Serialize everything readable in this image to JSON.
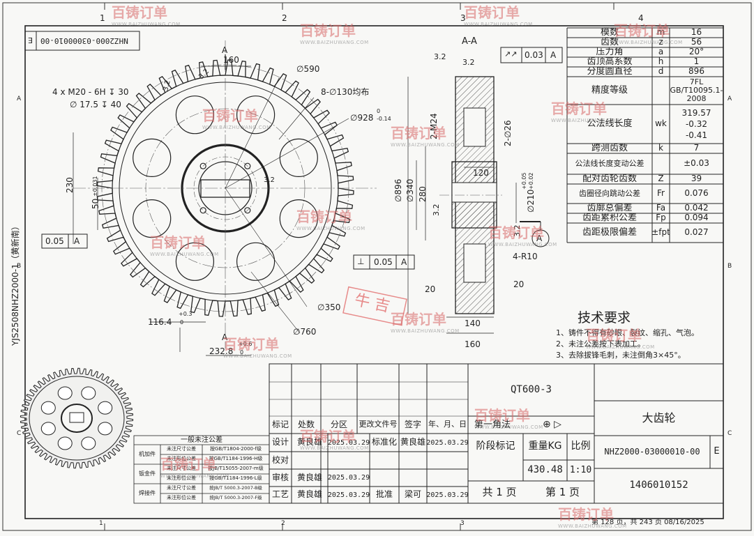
{
  "drawing": {
    "border_zones_top": [
      "1",
      "2",
      "3",
      "4"
    ],
    "border_zones_side": [
      "A",
      "B",
      "C"
    ],
    "top_left_box": {
      "code": "NHZ2000-03000010-00",
      "letter": "E"
    },
    "side_text": "YJS2508NHZ2000-1（黄新南）",
    "section_title": "A-A",
    "section_mark": "A",
    "dims_front": {
      "d160": "160",
      "d590": "∅590",
      "d130": "8-∅130均布",
      "d928": "∅928",
      "d928_tol_up": "0",
      "d928_tol_dn": "-0.14",
      "thread": "4 x  M20 - 6H ↧ 30",
      "hole": "∅ 17.5 ↧ 40",
      "d230": "230",
      "d50": "50",
      "d50_tol": "±0.031",
      "d350": "∅350",
      "d760": "∅760",
      "d116": "116.4",
      "d116_up": "+0.3",
      "d116_dn": "0",
      "d232": "232.8",
      "d232_up": "+0.6",
      "d232_dn": "0",
      "rough": "3.2",
      "flatness_val": "0.05",
      "flatness_ref": "A"
    },
    "dims_section": {
      "runout_val": "0.03",
      "runout_ref": "A",
      "m24": "2-M24",
      "d26": "2-∅26",
      "d120": "120",
      "d896": "∅896",
      "d340": "∅340",
      "d280": "280",
      "d210": "∅210",
      "d210_up": "+0.05",
      "d210_dn": "+0.02",
      "r10": "4-R10",
      "d20a": "20",
      "d20b": "20",
      "d140": "140",
      "d160": "160",
      "perp_val": "0.05",
      "perp_ref": "A",
      "rough": "3.2",
      "datum": "A"
    }
  },
  "params": {
    "rows": [
      {
        "name": "模数",
        "sym": "m",
        "val": "16"
      },
      {
        "name": "齿数",
        "sym": "z",
        "val": "56"
      },
      {
        "name": "压力角",
        "sym": "a",
        "val": "20°"
      },
      {
        "name": "齿顶高系数",
        "sym": "h",
        "val": "1"
      },
      {
        "name": "分度圆直径",
        "sym": "d",
        "val": "896"
      },
      {
        "name": "精度等级",
        "sym": "",
        "val": "7FL GB/T10095.1-2008"
      },
      {
        "name": "公法线长度",
        "sym": "wk",
        "val": "319.57",
        "val2": "-0.32",
        "val3": "-0.41"
      },
      {
        "name": "跨测齿数",
        "sym": "k",
        "val": "7"
      },
      {
        "name": "公法线长度变动公差",
        "sym": "",
        "val": "±0.03"
      },
      {
        "name": "配对齿轮齿数",
        "sym": "Z",
        "val": "39"
      },
      {
        "name": "齿圈径向跳动公差",
        "sym": "Fr",
        "val": "0.076"
      },
      {
        "name": "齿廓总偏差",
        "sym": "Fa",
        "val": "0.042"
      },
      {
        "name": "齿距累积公差",
        "sym": "Fp",
        "val": "0.094"
      },
      {
        "name": "齿距极限偏差",
        "sym": "±fpt",
        "val": "0.027"
      }
    ]
  },
  "tech": {
    "title": "技术要求",
    "items": [
      "1、铸件不得有砂眼、裂纹、缩孔、气泡。",
      "2、未注公差按下表加工。",
      "3、去除拔锋毛刺，未注倒角3×45°。"
    ]
  },
  "tolerance_table": {
    "title": "一般未注公差",
    "groups": [
      {
        "name": "机加件",
        "rows": [
          [
            "未注尺寸公差",
            "按GB/T1804-2000-f级"
          ],
          [
            "未注形位公差",
            "按GB/T1184-1996-H级"
          ]
        ]
      },
      {
        "name": "钣金件",
        "rows": [
          [
            "未注尺寸公差",
            "按JB/T15055-2007-m级"
          ],
          [
            "未注形位公差",
            "按GB/T1184-1996-L级"
          ]
        ]
      },
      {
        "name": "焊接件",
        "rows": [
          [
            "未注尺寸公差",
            "按JB/T 5000.3-2007-B级"
          ],
          [
            "未注形位公差",
            "按JB/T 5000.3-2007-F级"
          ]
        ]
      }
    ]
  },
  "title_block": {
    "material": "QT600-3",
    "part_name": "大齿轮",
    "projection": "第一角法",
    "drawing_no": "NHZ2000-03000010-00",
    "rev": "E",
    "code": "1406010152",
    "headers": [
      "标记",
      "处数",
      "分区",
      "更改文件号",
      "签字",
      "年、月、日"
    ],
    "roles": [
      {
        "role": "设计",
        "name": "黄良雄",
        "date": "2025.03.29"
      },
      {
        "role": "校对",
        "name": "",
        "date": ""
      },
      {
        "role": "审核",
        "name": "黄良雄",
        "date": "2025.03.29"
      },
      {
        "role": "工艺",
        "name": "黄良雄",
        "date": "2025.03.29"
      }
    ],
    "std_label": "标准化",
    "std_name": "黄良雄",
    "std_date": "2025.03.29",
    "approve_label": "批准",
    "approve_name": "梁可",
    "approve_date": "2025.03.29",
    "stage_label": "阶段标记",
    "weight_label": "重量KG",
    "scale_label": "比例",
    "weight": "430.48",
    "scale": "1:10",
    "sheets_total": "共 1 页",
    "sheet_no": "第 1 页"
  },
  "footer": {
    "page": "第 128 页，共 243 页 08/16/2025"
  },
  "stamp": "牛 吉",
  "watermark": {
    "brand": "百铸订单",
    "url": "WWW.BAIZHUWANG.COM"
  }
}
